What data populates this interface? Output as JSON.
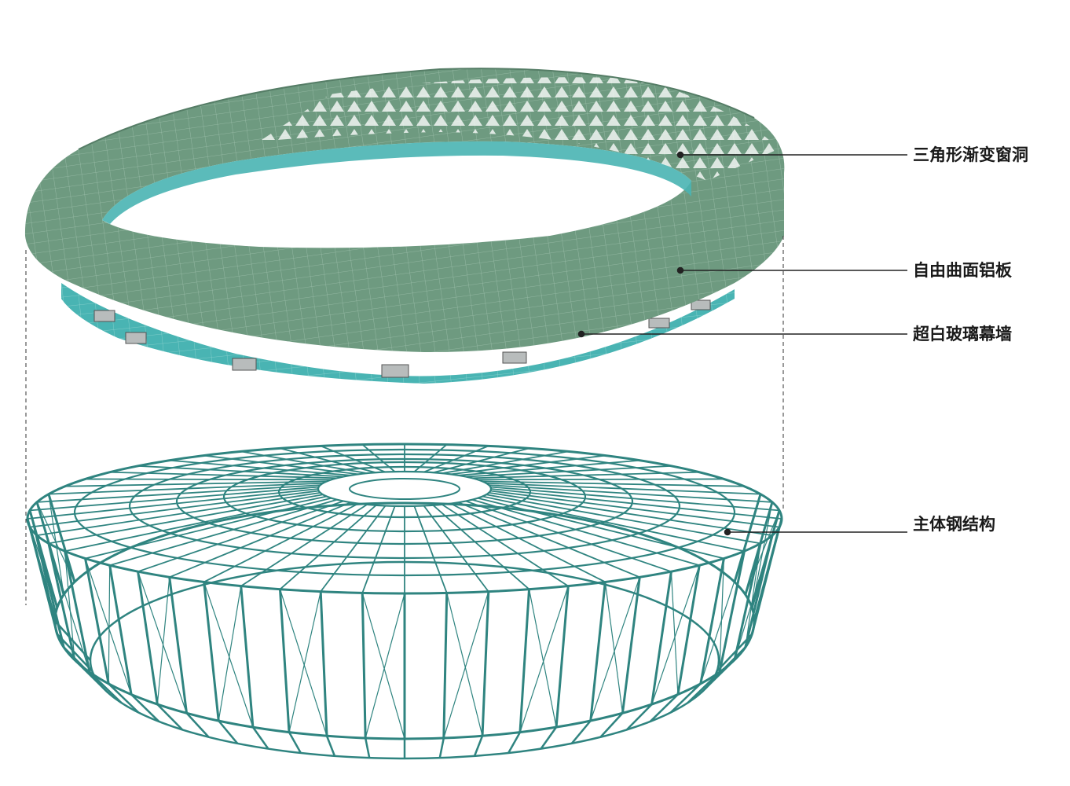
{
  "callouts": [
    {
      "id": "triangle-openings",
      "label": "三角形渐变窗洞"
    },
    {
      "id": "aluminum-panels",
      "label": "自由曲面铝板"
    },
    {
      "id": "glass-curtain-wall",
      "label": "超白玻璃幕墙"
    },
    {
      "id": "steel-structure",
      "label": "主体钢结构"
    }
  ],
  "colors": {
    "shell": "#6e9a80",
    "shell_dark": "#557d66",
    "shell_grid": "#9dc0ab",
    "glass": "#49b4b3",
    "glass_grid": "#8fd3d0",
    "steel": "#2f8480",
    "leader": "#222222"
  },
  "icons": {
    "callout_marker": "dot-icon"
  }
}
